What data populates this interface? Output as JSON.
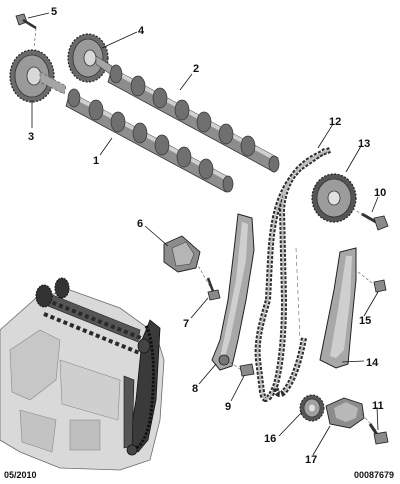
{
  "diagram": {
    "callouts": [
      {
        "id": "1",
        "label": "1"
      },
      {
        "id": "2",
        "label": "2"
      },
      {
        "id": "3",
        "label": "3"
      },
      {
        "id": "4",
        "label": "4"
      },
      {
        "id": "5",
        "label": "5"
      },
      {
        "id": "6",
        "label": "6"
      },
      {
        "id": "7",
        "label": "7"
      },
      {
        "id": "8",
        "label": "8"
      },
      {
        "id": "9",
        "label": "9"
      },
      {
        "id": "10",
        "label": "10"
      },
      {
        "id": "11",
        "label": "11"
      },
      {
        "id": "12",
        "label": "12"
      },
      {
        "id": "13",
        "label": "13"
      },
      {
        "id": "14",
        "label": "14"
      },
      {
        "id": "15",
        "label": "15"
      },
      {
        "id": "16",
        "label": "16"
      },
      {
        "id": "17",
        "label": "17"
      }
    ]
  },
  "footer": {
    "date": "05/2010",
    "reference": "00087679"
  }
}
